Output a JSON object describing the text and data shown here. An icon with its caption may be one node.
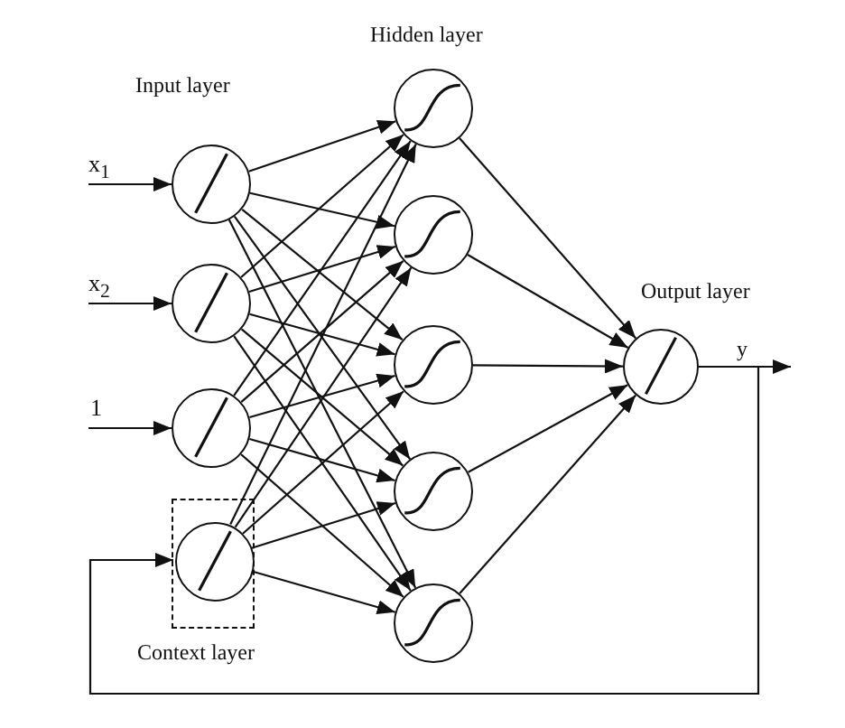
{
  "diagram": {
    "nodes": [
      {
        "text": [
          "x$_{1}$"
        ]
      },
      {
        "text": [
          "x$_{2}$"
        ]
      },
      {
        "text": [
          "1"
        ]
      },
      {
        "text": [],
        "shape": "circle"
      },
      {
        "text": [],
        "shape": "circle"
      },
      {
        "text": [],
        "shape": "circle"
      },
      {
        "text": [
          "Context layer"
        ]
      },
      {
        "text": [],
        "shape": "circle",
        "in": 6
      },
      {
        "text": [],
        "shape": "circle"
      },
      {
        "text": [],
        "shape": "circle"
      },
      {
        "text": [],
        "shape": "circle"
      },
      {
        "text": [],
        "shape": "circle"
      },
      {
        "text": [],
        "shape": "circle"
      },
      {
        "text": [],
        "shape": "circle"
      }
    ],
    "edges": [
      {
        "from": 0,
        "to": 3,
        "arrow": "to"
      },
      {
        "from": 1,
        "to": 4,
        "arrow": "to"
      },
      {
        "from": 2,
        "to": 5,
        "arrow": "to"
      },
      {
        "from": 3,
        "to": 8,
        "arrow": "to"
      },
      {
        "from": 3,
        "to": 9,
        "arrow": "to"
      },
      {
        "from": 3,
        "to": 10,
        "arrow": "to"
      },
      {
        "from": 3,
        "to": 11,
        "arrow": "to"
      },
      {
        "from": 3,
        "to": 12,
        "arrow": "to"
      },
      {
        "from": 4,
        "to": 8,
        "arrow": "to"
      },
      {
        "from": 4,
        "to": 9,
        "arrow": "to"
      },
      {
        "from": 4,
        "to": 10,
        "arrow": "to"
      },
      {
        "from": 4,
        "to": 11,
        "arrow": "to"
      },
      {
        "from": 4,
        "to": 12,
        "arrow": "to"
      },
      {
        "from": 5,
        "to": 8,
        "arrow": "to"
      },
      {
        "from": 5,
        "to": 9,
        "arrow": "to"
      },
      {
        "from": 5,
        "to": 10,
        "arrow": "to"
      },
      {
        "from": 5,
        "to": 11,
        "arrow": "to"
      },
      {
        "from": 5,
        "to": 12,
        "arrow": "to"
      },
      {
        "from": 7,
        "to": 8,
        "arrow": "to"
      },
      {
        "from": 7,
        "to": 9,
        "arrow": "to"
      },
      {
        "from": 7,
        "to": 10,
        "arrow": "to"
      },
      {
        "from": 7,
        "to": 11,
        "arrow": "to"
      },
      {
        "from": 7,
        "to": 12,
        "arrow": "to"
      },
      {
        "from": 8,
        "to": 13,
        "arrow": "to"
      },
      {
        "from": 9,
        "to": 13,
        "arrow": "to"
      },
      {
        "from": 10,
        "to": 13,
        "arrow": "to"
      },
      {
        "from": 11,
        "to": 13,
        "arrow": "to"
      },
      {
        "from": 12,
        "to": 13,
        "arrow": "to"
      },
      {
        "from": 13,
        "to": null,
        "label": "y",
        "arrow": "to"
      },
      {
        "from": 13,
        "to": 7,
        "arrow": "to"
      }
    ],
    "labels": [
      "Hidden layer",
      "Input layer",
      "Output layer"
    ]
  }
}
